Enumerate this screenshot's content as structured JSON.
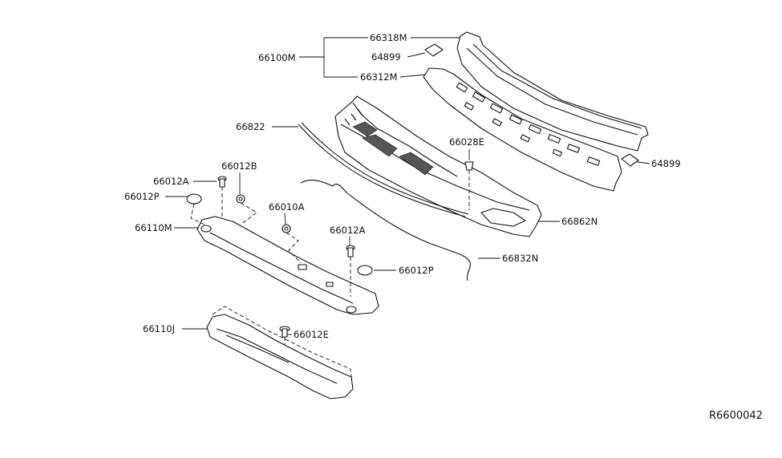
{
  "diagram_ref": "R6600042",
  "callouts": [
    {
      "id": "66318m",
      "label": "66318M"
    },
    {
      "id": "66100m",
      "label": "66100M"
    },
    {
      "id": "64899-top",
      "label": "64899"
    },
    {
      "id": "66312m",
      "label": "66312M"
    },
    {
      "id": "64899-right",
      "label": "64899"
    },
    {
      "id": "66822",
      "label": "66822"
    },
    {
      "id": "66028e",
      "label": "66028E"
    },
    {
      "id": "66862n",
      "label": "66862N"
    },
    {
      "id": "66012b",
      "label": "66012B"
    },
    {
      "id": "66012a-left",
      "label": "66012A"
    },
    {
      "id": "66012p-left",
      "label": "66012P"
    },
    {
      "id": "66010a",
      "label": "66010A"
    },
    {
      "id": "66110m",
      "label": "66110M"
    },
    {
      "id": "66012a-mid",
      "label": "66012A"
    },
    {
      "id": "66832n",
      "label": "66832N"
    },
    {
      "id": "66012p-mid",
      "label": "66012P"
    },
    {
      "id": "66110j",
      "label": "66110J"
    },
    {
      "id": "66012e",
      "label": "66012E"
    }
  ]
}
